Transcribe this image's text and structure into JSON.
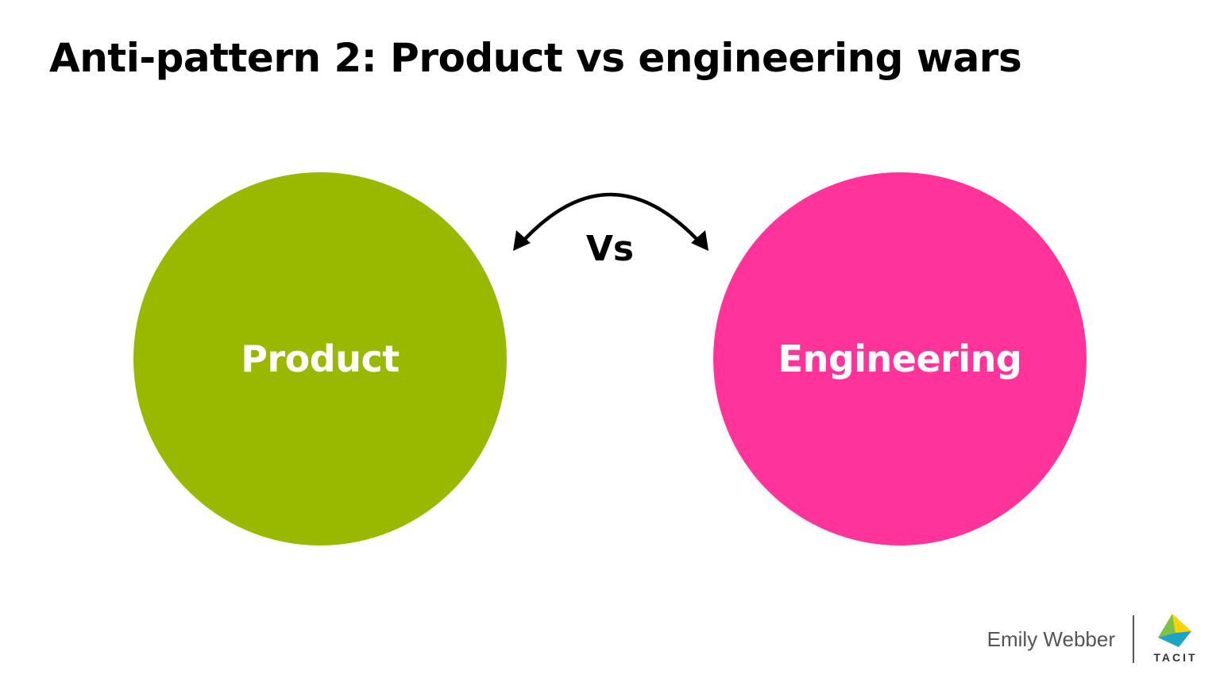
{
  "slide": {
    "title": "Anti-pattern 2: Product vs engineering wars",
    "vs_label": "Vs"
  },
  "circles": [
    {
      "label": "Product",
      "color": "#99b800"
    },
    {
      "label": "Engineering",
      "color": "#ff3399"
    }
  ],
  "connector": {
    "type": "double-headed curved arrow",
    "color": "#000000"
  },
  "footer": {
    "author": "Emily Webber",
    "logo_text": "TACIT",
    "logo_colors": [
      "#7dc242",
      "#1aa4c8",
      "#ffd200"
    ]
  }
}
